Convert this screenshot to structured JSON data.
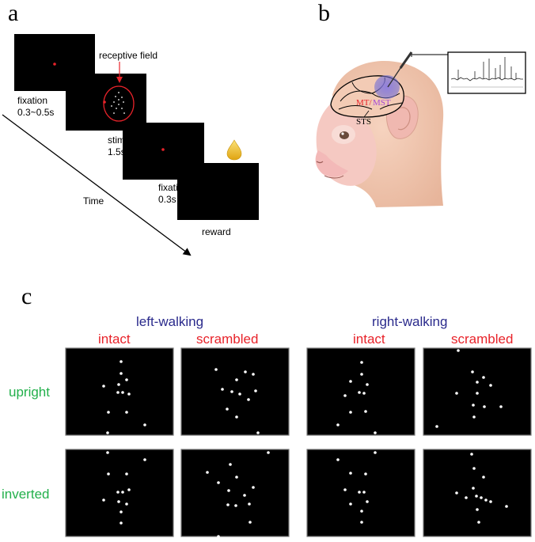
{
  "panel_a": {
    "letter": "a",
    "receptive_field_label": "receptive field",
    "fixation1_label": "fixation",
    "fixation1_time": "0.3~0.5s",
    "stimuli_label": "stimuli",
    "stimuli_time": "1.5s",
    "fixation2_label": "fixation",
    "fixation2_time": "0.3s",
    "reward_label": "reward",
    "time_label": "Time"
  },
  "panel_b": {
    "letter": "b",
    "mt_label": "MT/",
    "mst_label": "MST",
    "sts_label": "STS"
  },
  "panel_c": {
    "letter": "c",
    "left_walking": "left-walking",
    "right_walking": "right-walking",
    "intact": "intact",
    "scrambled": "scrambled",
    "upright": "upright",
    "inverted": "inverted"
  },
  "colors": {
    "walking_header": "#2a2a8c",
    "condition_header": "#e8232a",
    "orientation_label": "#22b04b",
    "fixation_dot": "#e8232a",
    "reward_drop": "#f2c230"
  }
}
